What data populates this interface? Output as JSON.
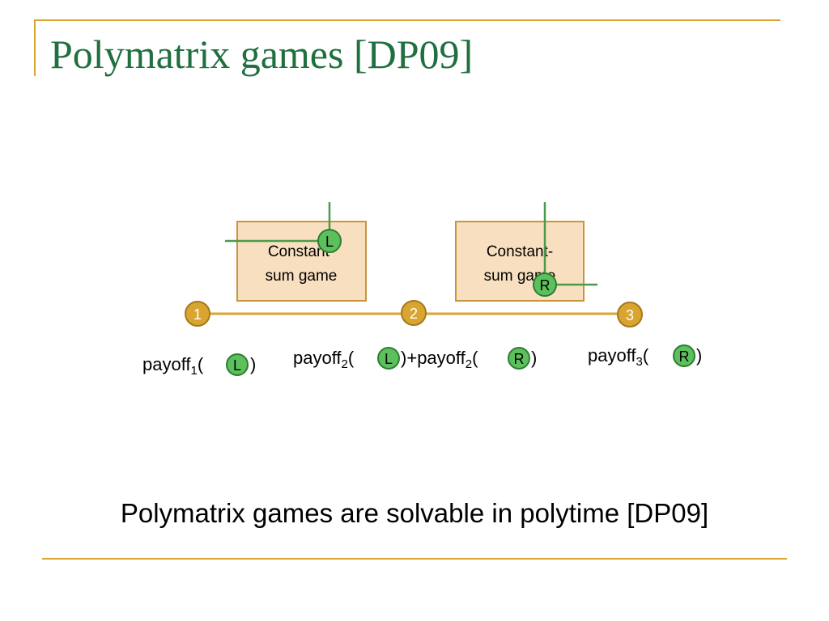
{
  "slide": {
    "title": "Polymatrix games [DP09]",
    "caption": "Polymatrix games are solvable in polytime [DP09]"
  },
  "diagram": {
    "games": [
      {
        "line1": "Constant-",
        "line2": "sum game",
        "strategy": "L"
      },
      {
        "line1": "Constant-",
        "line2": "sum game",
        "strategy": "R"
      }
    ],
    "nodes": [
      "1",
      "2",
      "3"
    ],
    "payoffs": {
      "p1": {
        "label": "payoff",
        "sub": "1",
        "open": "(",
        "strategy": "L",
        "close": ")"
      },
      "p2a": {
        "label": "payoff",
        "sub": "2",
        "open": "(",
        "strategy": "L",
        "close": ")+"
      },
      "p2b": {
        "label": "payoff",
        "sub": "2",
        "open": "(",
        "strategy": "R",
        "close": ")"
      },
      "p3": {
        "label": "payoff",
        "sub": "3",
        "open": "(",
        "strategy": "R",
        "close": ")"
      }
    }
  },
  "colors": {
    "accent": "#d9a531",
    "title": "#1f6f3f",
    "box_fill": "#f8dfc0",
    "box_stroke": "#c9953a",
    "node_fill": "#d9a531",
    "node_stroke": "#a5781a",
    "strategy_fill": "#5cc15c",
    "strategy_stroke": "#2e7d32",
    "crosshair": "#4b9a4b"
  }
}
